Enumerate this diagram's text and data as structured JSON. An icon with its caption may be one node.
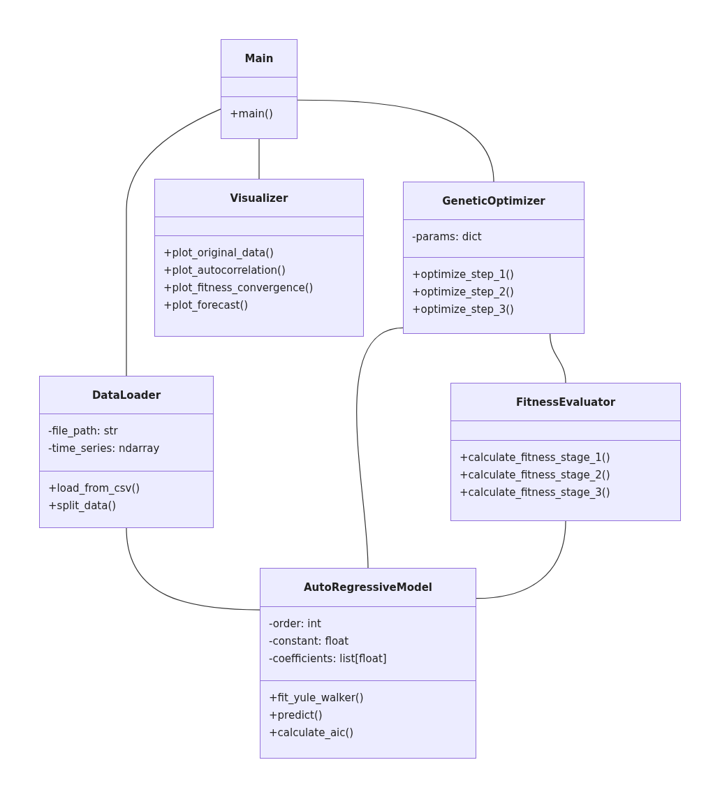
{
  "diagram": {
    "nodes": [
      {
        "text": [
          "Main"
        ]
      },
      {
        "text": [],
        "shape": "box",
        "in": 0
      },
      {
        "text": [
          "+main()"
        ],
        "in": 0
      },
      {
        "text": [
          "Visualizer"
        ]
      },
      {
        "text": [],
        "shape": "box",
        "in": 3
      },
      {
        "text": [
          "+plot_original_data()",
          "+plot_autocorrelation()",
          "+plot_fitness_convergence()",
          "+plot_forecast()"
        ],
        "in": 3
      },
      {
        "text": [
          "GeneticOptimizer"
        ]
      },
      {
        "text": [
          "-params: dict"
        ],
        "in": 6
      },
      {
        "text": [
          "+optimize_step_1()",
          "+optimize_step_2()",
          "+optimize_step_3()"
        ],
        "in": 6
      },
      {
        "text": [
          "DataLoader"
        ]
      },
      {
        "text": [
          "-file_path: str",
          "-time_series: ndarray"
        ],
        "in": 9
      },
      {
        "text": [
          "+load_from_csv()",
          "+split_data()"
        ],
        "in": 9
      },
      {
        "text": [
          "FitnessEvaluator"
        ]
      },
      {
        "text": [],
        "shape": "box",
        "in": 12
      },
      {
        "text": [
          "+calculate_fitness_stage_1()",
          "+calculate_fitness_stage_2()",
          "+calculate_fitness_stage_3()"
        ],
        "in": 12
      },
      {
        "text": [
          "AutoRegressiveModel"
        ]
      },
      {
        "text": [
          "-order: int",
          "-constant: float",
          "-coefficients: list[float]"
        ],
        "in": 15
      },
      {
        "text": [
          "+fit_yule_walker()",
          "+predict()",
          "+calculate_aic()"
        ],
        "in": 15
      }
    ],
    "edges": [
      {
        "from": 0,
        "to": 9,
        "arrow": "none"
      },
      {
        "from": 0,
        "to": 3,
        "arrow": "none"
      },
      {
        "from": 0,
        "to": 6,
        "arrow": "none"
      },
      {
        "from": 6,
        "to": 15,
        "arrow": "none"
      },
      {
        "from": 6,
        "to": 12,
        "arrow": "none"
      },
      {
        "from": 9,
        "to": 15,
        "arrow": "none"
      },
      {
        "from": 12,
        "to": 15,
        "arrow": "none"
      }
    ]
  }
}
